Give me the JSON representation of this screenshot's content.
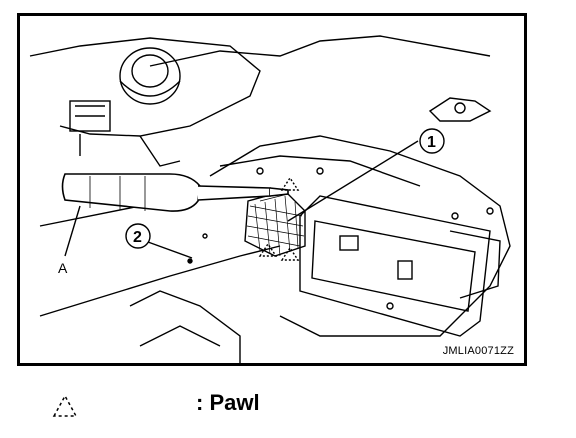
{
  "figure": {
    "callouts": {
      "one": "1",
      "two": "2",
      "a": "A"
    },
    "code": "JMLIA0071ZZ"
  },
  "legend": {
    "icon": "dashed-triangle-icon",
    "label": ": Pawl"
  }
}
